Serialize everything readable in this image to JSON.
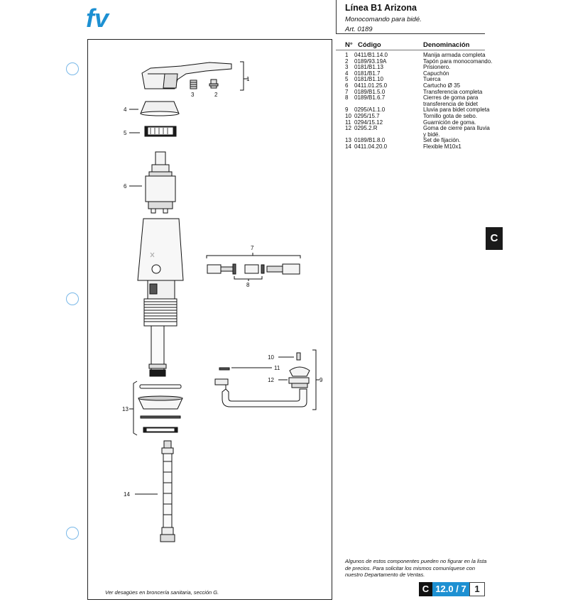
{
  "logo": "fv",
  "header": {
    "title": "Línea B1 Arizona",
    "subtitle": "Monocomando para bidé.",
    "article": "Art. 0189"
  },
  "columns": {
    "n": "N°",
    "code": "Código",
    "name": "Denominación"
  },
  "parts": [
    {
      "n": "1",
      "code": "0411/B1.14.0",
      "name": "Manija armada completa"
    },
    {
      "n": "2",
      "code": "0189/93.19A",
      "name": "Tapón para monocomando."
    },
    {
      "n": "3",
      "code": "0181/B1.13",
      "name": "Prisionero."
    },
    {
      "n": "4",
      "code": "0181/B1.7",
      "name": "Capuchón"
    },
    {
      "n": "5",
      "code": "0181/B1.10",
      "name": "Tuerca"
    },
    {
      "n": "6",
      "code": "0411.01.25.0",
      "name": "Cartucho Ø 35"
    },
    {
      "n": "7",
      "code": "0189/B1.5.0",
      "name": "Transferencia completa"
    },
    {
      "n": "8",
      "code": "0189/B1.6.7",
      "name": "Cierres de goma para transferencia de bidet"
    },
    {
      "n": "9",
      "code": "0295/A1.1.0",
      "name": "Lluvia para bidet completa"
    },
    {
      "n": "10",
      "code": "0295/15.7",
      "name": "Tornillo gota de sebo."
    },
    {
      "n": "11",
      "code": "0294/15.12",
      "name": "Guarnición de goma."
    },
    {
      "n": "12",
      "code": "0295.2.R",
      "name": "Goma de cierre para lluvia y bidé."
    },
    {
      "n": "13",
      "code": "0189/B1.8.0",
      "name": "Set de fijación."
    },
    {
      "n": "14",
      "code": "0411.04.20.0",
      "name": "Flexible M10x1"
    }
  ],
  "diagram_labels": {
    "l1": "1",
    "l2": "2",
    "l3": "3",
    "l4": "4",
    "l5": "5",
    "l6": "6",
    "l7": "7",
    "l8": "8",
    "l9": "9",
    "l10": "10",
    "l11": "11",
    "l12": "12",
    "l13": "13",
    "l14": "14"
  },
  "section_tab": "C",
  "note": "Algunos de estos componentes pueden no figurar en la lista de precios. Para solicitar los mismos comuníquese con nuestro Departamento de Ventas.",
  "footnote": "Ver desagües en broncería sanitaria, sección G.",
  "page": {
    "section": "C",
    "number": "12.0 / 7",
    "sheet": "1"
  },
  "colors": {
    "brand_blue": "#1d90d2",
    "hole_ring": "#79b8e8"
  }
}
